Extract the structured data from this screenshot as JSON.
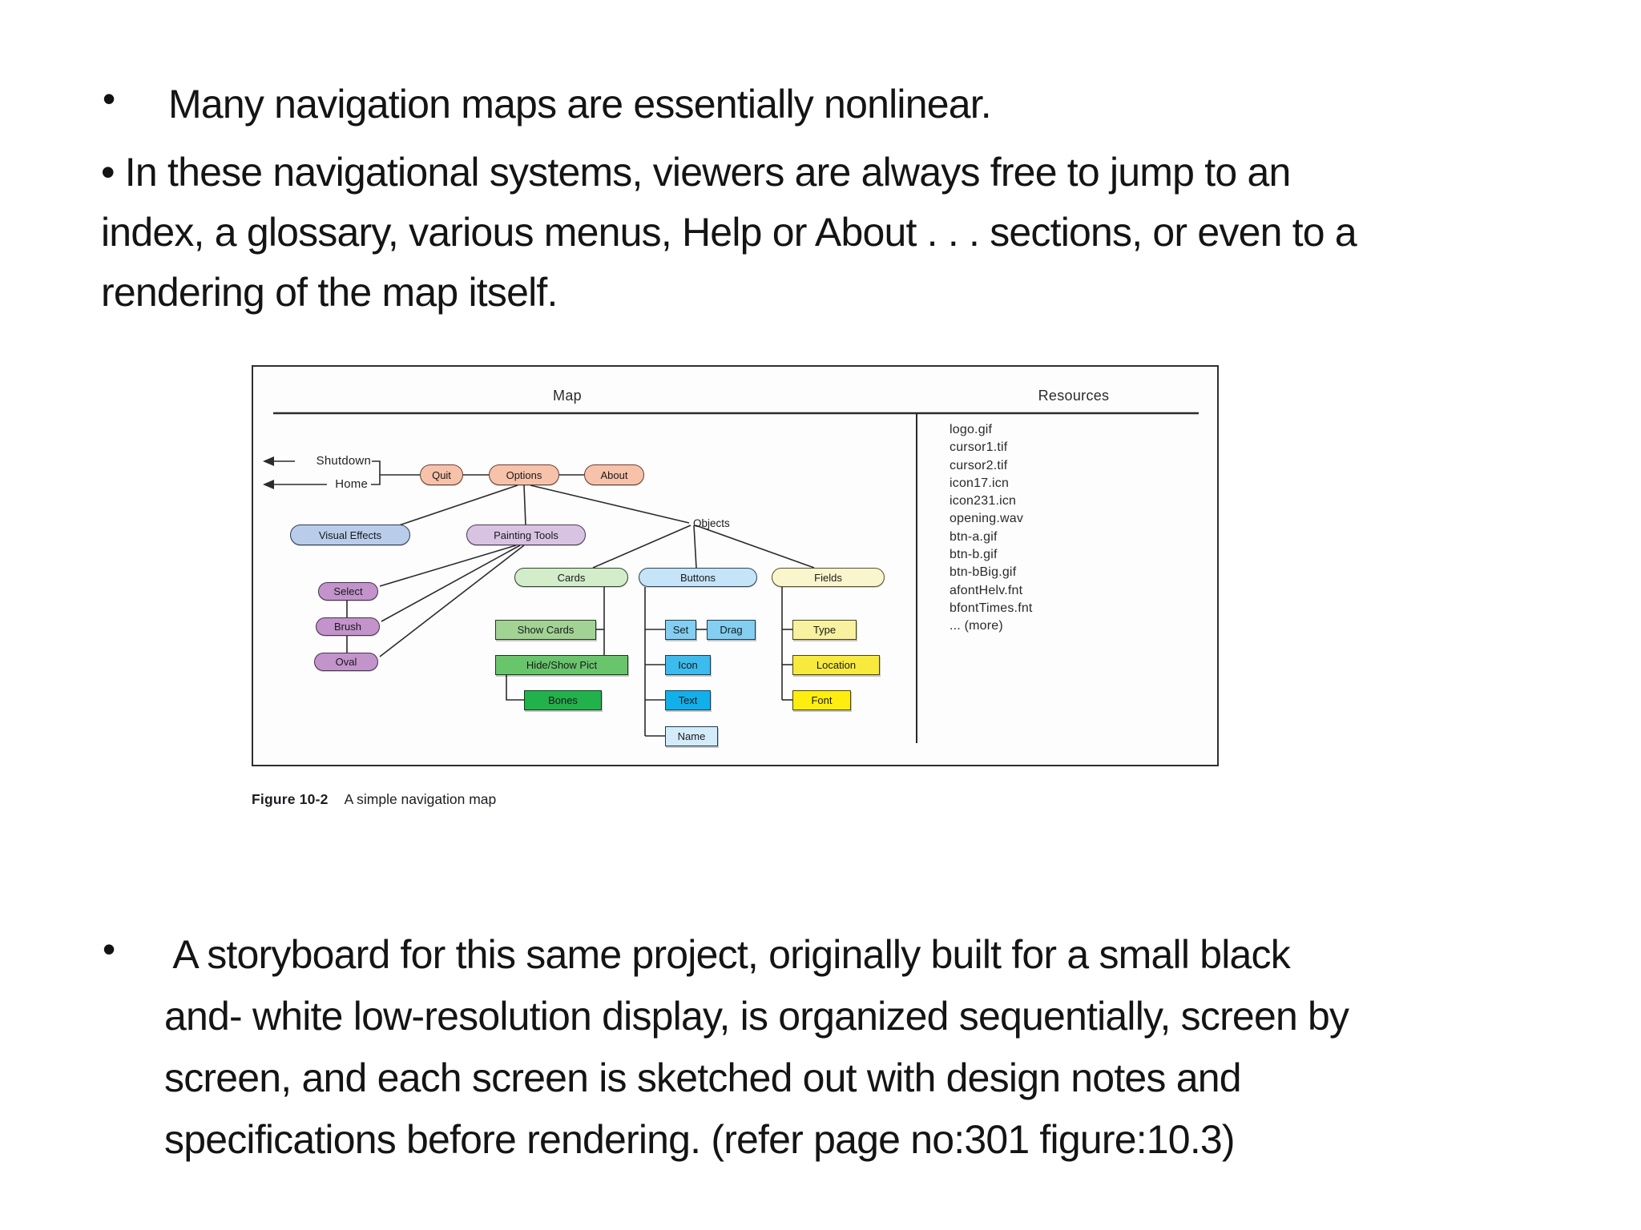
{
  "slide": {
    "bullet_char": "•",
    "bullet1": "Many navigation maps are essentially nonlinear.",
    "bullet2": "• In these navigational systems, viewers are always free to jump to an\nindex, a glossary, various menus, Help or About . . . sections, or even to a\nrendering of the map itself.",
    "bullet3": " A storyboard for this same project, originally built for a small black\nand- white low-resolution display, is organized sequentially, screen by\nscreen, and each screen is sketched out with design notes and\nspecifications before rendering. (refer page no:301 figure:10.3)"
  },
  "figure": {
    "caption_label": "Figure 10-2",
    "caption_text": "A simple navigation map",
    "map_header": "Map",
    "resources_header": "Resources",
    "side_labels": {
      "shutdown": "Shutdown",
      "home": "Home"
    },
    "map_nodes": {
      "quit": "Quit",
      "options": "Options",
      "about": "About",
      "visual_effects": "Visual Effects",
      "painting_tools": "Painting Tools",
      "objects": "Objects",
      "cards": "Cards",
      "buttons": "Buttons",
      "fields": "Fields",
      "select": "Select",
      "brush": "Brush",
      "oval": "Oval",
      "show_cards": "Show Cards",
      "hide_show_pict": "Hide/Show Pict",
      "bones": "Bones",
      "set": "Set",
      "drag": "Drag",
      "icon": "Icon",
      "text": "Text",
      "name": "Name",
      "type": "Type",
      "location": "Location",
      "font": "Font"
    },
    "resources_list": "logo.gif\ncursor1.tif\ncursor2.tif\nicon17.icn\nicon231.icn\nopening.wav\nbtn-a.gif\nbtn-b.gif\nbtn-bBig.gif\nafontHelv.fnt\nbfontTimes.fnt\n... (more)",
    "palette": {
      "salmon": "#f6c2a9",
      "periwinkle": "#b9cce9",
      "lavender": "#d9c3e2",
      "purple": "#c393cb",
      "green_pill": "#d3ecca",
      "green_light": "#a2d395",
      "green_mid": "#69c56c",
      "green_bright": "#22b24c",
      "blue_pill": "#c5e4f7",
      "blue_light": "#83cef1",
      "blue_mid": "#3cbcee",
      "blue_deep": "#12b0ea",
      "blue_pale": "#d4ebfa",
      "yellow_pill": "#f9f5cd",
      "yellow_light": "#f7f1a0",
      "yellow_mid": "#f8ea3d",
      "yellow_bright": "#fdee0f"
    }
  }
}
